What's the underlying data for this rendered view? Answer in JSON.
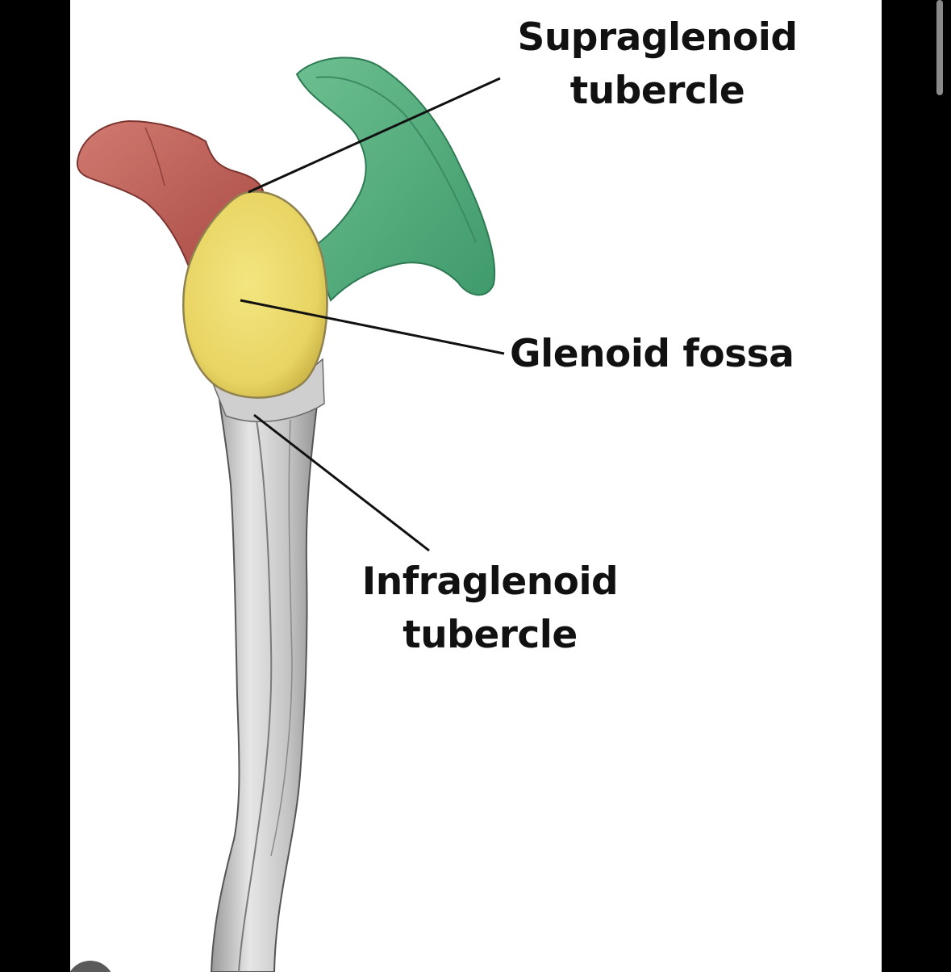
{
  "diagram": {
    "labels": {
      "supraglenoid_line1": "Supraglenoid",
      "supraglenoid_line2": "tubercle",
      "glenoid_fossa": "Glenoid fossa",
      "infraglenoid_line1": "Infraglenoid",
      "infraglenoid_line2": "tubercle"
    },
    "colors": {
      "coracoid_region": "#c96a62",
      "acromion_region": "#5fb385",
      "glenoid_fossa": "#ecd96a",
      "bone_shaft": "#bdbdbd",
      "leader_lines": "#111111",
      "background": "#ffffff",
      "frame": "#000000"
    }
  },
  "screen": {
    "scrollbar": "scroll-indicator",
    "corner_control": "circle-button-icon"
  }
}
